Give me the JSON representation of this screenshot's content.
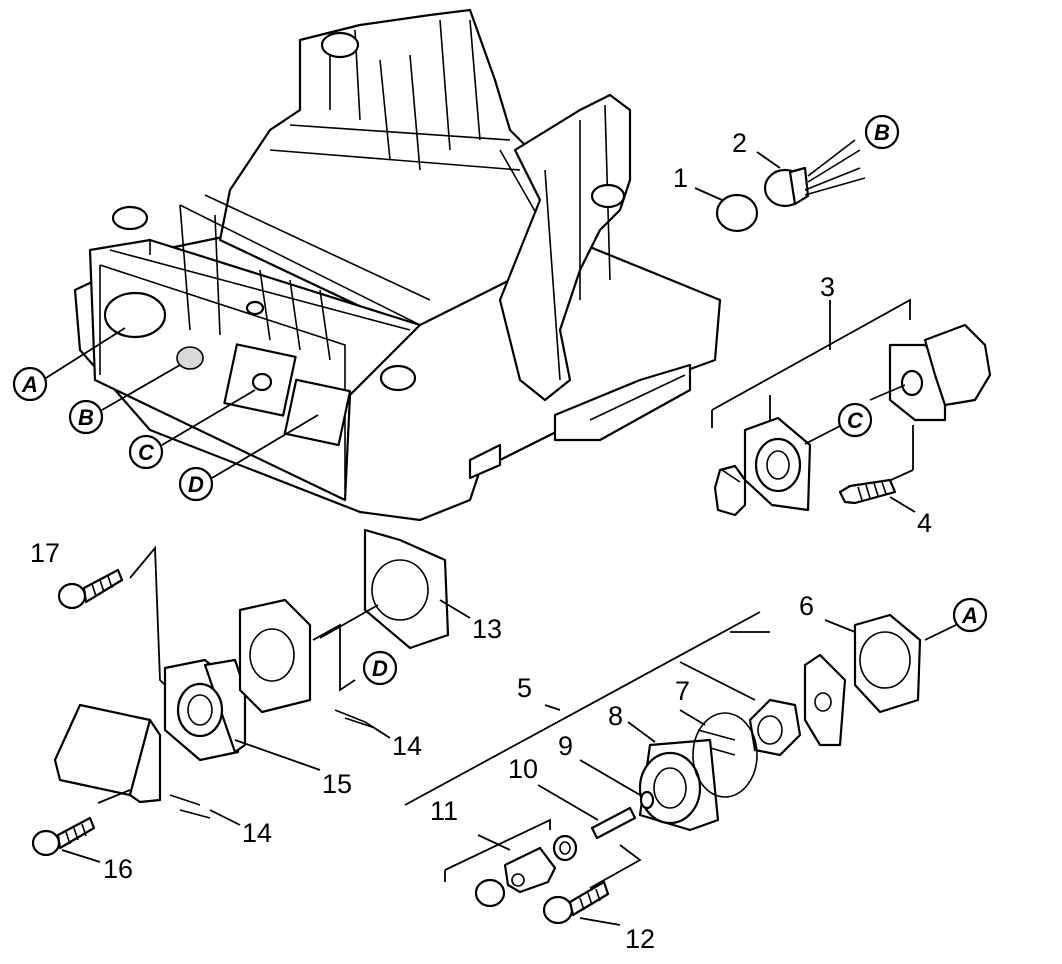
{
  "part_numbers": {
    "n1": "1",
    "n2": "2",
    "n3": "3",
    "n4": "4",
    "n5": "5",
    "n6": "6",
    "n7": "7",
    "n8": "8",
    "n9": "9",
    "n10": "10",
    "n11": "11",
    "n12": "12",
    "n13": "13",
    "n14a": "14",
    "n14b": "14",
    "n15": "15",
    "n16": "16",
    "n17": "17"
  },
  "reference_letters": {
    "a_housing": "A",
    "b_housing": "B",
    "c_housing": "C",
    "d_housing": "D",
    "b_switch": "B",
    "c_switch": "C",
    "d_socket": "D",
    "a_switch": "A"
  }
}
